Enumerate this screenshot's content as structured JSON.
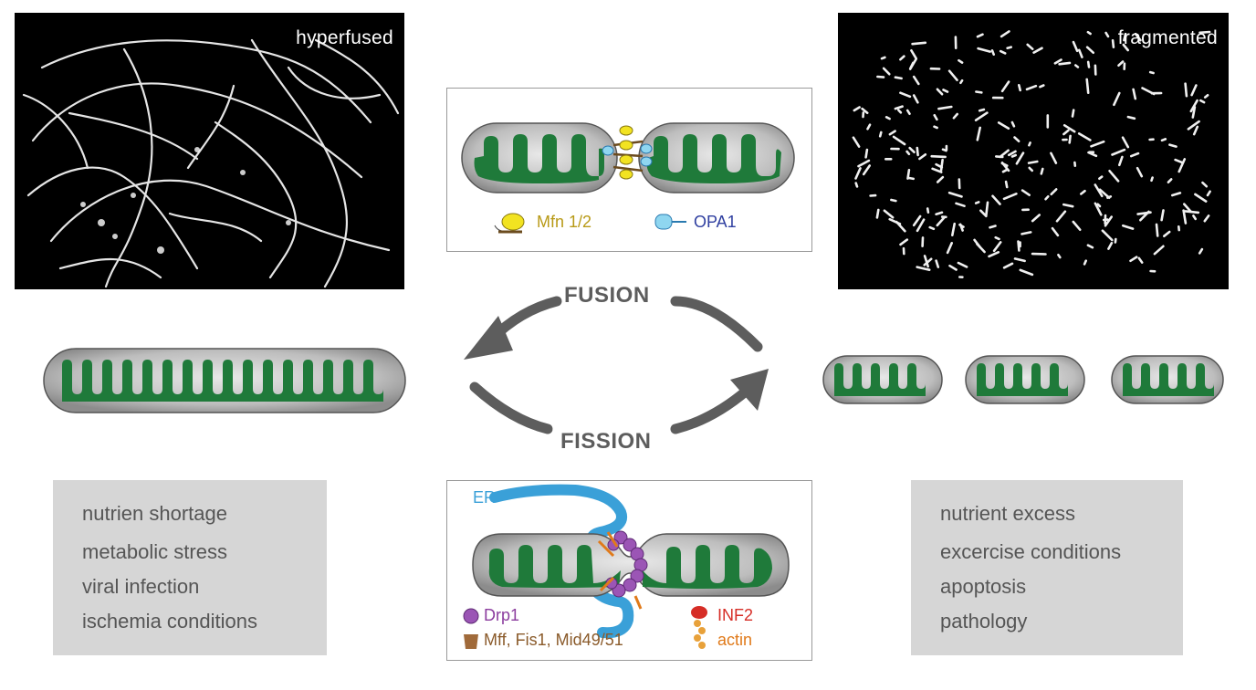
{
  "micrographs": {
    "left_label": "hyperfused",
    "right_label": "fragmented"
  },
  "cycle": {
    "fusion_label": "FUSION",
    "fission_label": "FISSION"
  },
  "fusion_panel": {
    "legend": [
      {
        "label": "Mfn 1/2",
        "color": "#b89a17"
      },
      {
        "label": "OPA1",
        "color": "#2f3fa0"
      }
    ]
  },
  "fission_panel": {
    "er_label": "ER",
    "legend": [
      {
        "label": "Drp1",
        "color": "#8b3c9e"
      },
      {
        "label": "Mff, Fis1, Mid49/51",
        "color": "#8a5a2a"
      },
      {
        "label": "INF2",
        "color": "#d62d26"
      },
      {
        "label": "actin",
        "color": "#e07a1a"
      }
    ]
  },
  "conditions": {
    "fused": [
      "nutrien shortage",
      "metabolic stress",
      "viral infection",
      "ischemia conditions"
    ],
    "fragmented": [
      "nutrient excess",
      "excercise conditions",
      "apoptosis",
      "pathology"
    ]
  },
  "colors": {
    "matrix_green": "#1f7a3a",
    "membrane_gray": "#9a9a9a",
    "arrow_gray": "#5d5d5d",
    "condition_box": "#d6d6d6"
  }
}
